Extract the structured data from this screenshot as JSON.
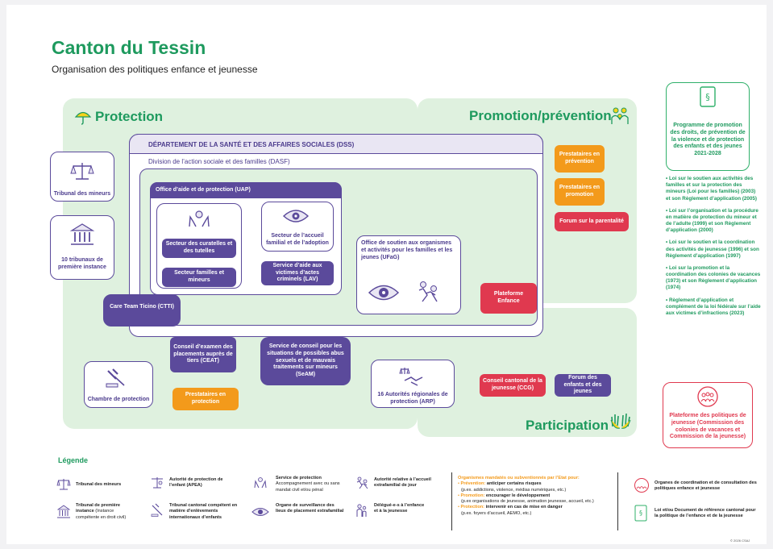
{
  "header": {
    "title": "Canton du Tessin",
    "subtitle": "Organisation des politiques enfance et jeunesse"
  },
  "zones": {
    "protection": "Protection",
    "promotion": "Promotion/prévention",
    "participation": "Participation"
  },
  "dss": {
    "title": "DÉPARTEMENT DE LA SANTÉ ET DES AFFAIRES SOCIALES (DSS)",
    "division": "Division de l’action sociale et des familles (DASF)"
  },
  "uap": {
    "title": "Office d’aide et de protection (UAP)",
    "secteur_curatelles": "Secteur des curatelles et des tutelles",
    "secteur_familles": "Secteur familles et mineurs",
    "secteur_accueil": "Secteur de l’accueil familial et de l’adoption",
    "service_victimes": "Service d’aide aux victimes d’actes criminels (LAV)"
  },
  "ufag": "Office de soutien aux organismes et activités pour les familles et les jeunes (UFaG)",
  "ctti": "Care Team Ticino (CTTI)",
  "ceat": "Conseil d’examen des placements auprès de tiers (CEAT)",
  "seam": "Service de conseil pour les situations de possibles abus sexuels et de mauvais traitements sur mineurs (SeAM)",
  "tribunal_mineurs": "Tribunal des mineurs",
  "tribunaux_instance": "10 tribunaux de première instance",
  "chambre": "Chambre de protection",
  "prest_protection": "Prestataires en protection",
  "arp": "16 Autorités régionales de protection (ARP)",
  "prest_prevention": "Prestataires en prévention",
  "prest_promotion": "Prestataires en promotion",
  "forum_parentalite": "Forum sur la parentalité",
  "plateforme_enfance": "Plateforme Enfance",
  "ccg": "Conseil cantonal de la jeunesse (CCG)",
  "forum_enfants": "Forum des enfants et des jeunes",
  "programme": "Programme de promotion des droits, de prévention de la violence et de protection des enfants et des jeunes 2021-2028",
  "laws": [
    "• Loi sur le soutien aux activités des familles et sur la protection des mineurs (Loi pour les familles) (2003) et son Règlement d’application (2005)",
    "• Loi sur l’organisation et la procédure en matière de protection du mineur et de l’adulte (1999) et son Règlement d’application (2000)",
    "• Loi sur le soutien et la coordination des activités de jeunesse (1996) et son Règlement d’application (1997)",
    "• Loi sur la promotion et la coordination des colonies de vacances (1973) et son Règlement d’application (1974)",
    "• Règlement d’application et complément de la loi fédérale sur l’aide aux victimes d’infractions (2023)"
  ],
  "plateforme_jeunesse": "Plateforme des politiques de jeunesse (Commission des colonies de vacances et Commission de la jeunesse)",
  "legend": {
    "title": "Légende",
    "tribunal_mineurs": "Tribunal des mineurs",
    "tribunal_premiere": "Tribunal de première instance",
    "tribunal_premiere_note": "(Instance compétente en droit civil)",
    "apea": "Autorité de protection de l’enfant (APEA)",
    "tribunal_cantonal": "Tribunal cantonal compétent en matière d’enlèvements internationaux d’enfants",
    "service_protection": "Service de protection",
    "service_protection_note": "Accompagnement avec ou sans mandat civil et/ou pénal",
    "surveillance": "Organe de surveillance des lieux de placement extrafamilial",
    "autorite_accueil": "Autorité relative à l’accueil extrafamilial de jour",
    "delegue": "Délégué-e-s à l’enfance et à la jeunesse",
    "organismes_title": "Organismes mandatés ou subventionnés par l’Etat pour:",
    "prevention_k": "Prévention:",
    "prevention_v": "anticiper certains risques",
    "prevention_ex": "(p.ex. addictions, violence, médias numériques, etc.)",
    "promotion_k": "Promotion:",
    "promotion_v": "encourager le développement",
    "promotion_ex": "(p.ex organisations de jeunesse, animation jeunesse, accueil, etc.)",
    "protection_k": "Protection:",
    "protection_v": "intervenir en cas de mise en danger",
    "protection_ex": "(p.ex. foyers d’accueil, AEMO, etc.)",
    "organes": "Organes de coordination et de consultation des politiques enfance et jeunesse",
    "loi": "Loi et/ou Document de référence cantonal pour la politique de l’enfance et de la jeunesse"
  },
  "footer": "© 2026 CSAJ",
  "colors": {
    "green": "#1e9a5e",
    "purple": "#5b4a9b",
    "orange": "#f39a1b",
    "red": "#e0394f",
    "zone": "#dff1df"
  }
}
